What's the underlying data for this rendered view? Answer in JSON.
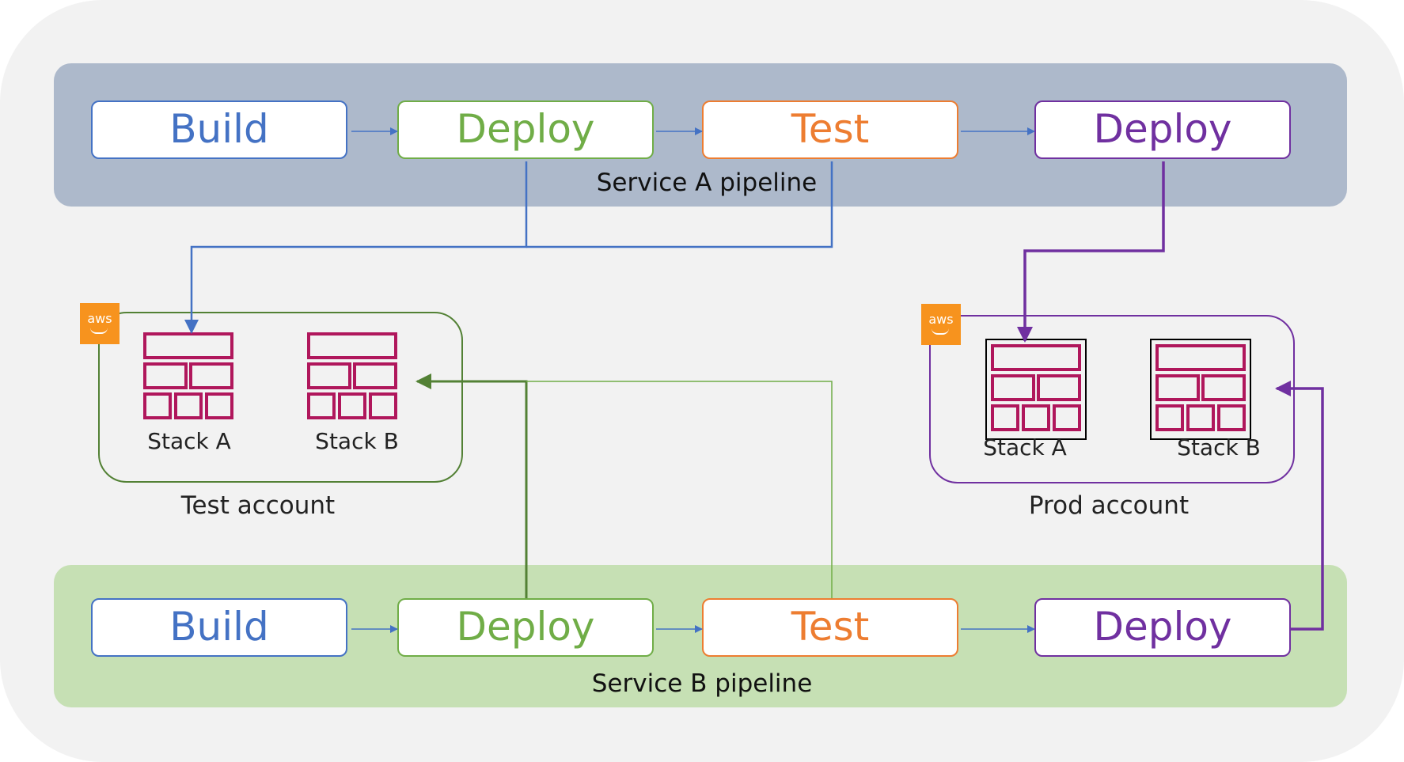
{
  "colors": {
    "background": "#f2f2f2",
    "service_a_lane": "#adb9cb",
    "service_b_lane": "#c6e0b4",
    "build": "#4472c4",
    "deploy_test": "#70ad47",
    "test": "#ed7d31",
    "deploy_prod": "#7030a0",
    "stack_icon": "#b0175c",
    "aws_logo": "#f7931e",
    "test_account_border": "#538135",
    "prod_account_border": "#7030a0"
  },
  "service_a": {
    "label": "Service A pipeline",
    "stages": [
      "Build",
      "Deploy",
      "Test",
      "Deploy"
    ]
  },
  "service_b": {
    "label": "Service B pipeline",
    "stages": [
      "Build",
      "Deploy",
      "Test",
      "Deploy"
    ]
  },
  "test_account": {
    "label": "Test account",
    "logo": "aws",
    "stacks": [
      "Stack A",
      "Stack B"
    ]
  },
  "prod_account": {
    "label": "Prod account",
    "logo": "aws",
    "stacks": [
      "Stack A",
      "Stack B"
    ]
  },
  "icons": {
    "stack": "cloudformation-stack-icon",
    "logo": "aws-logo-icon"
  }
}
